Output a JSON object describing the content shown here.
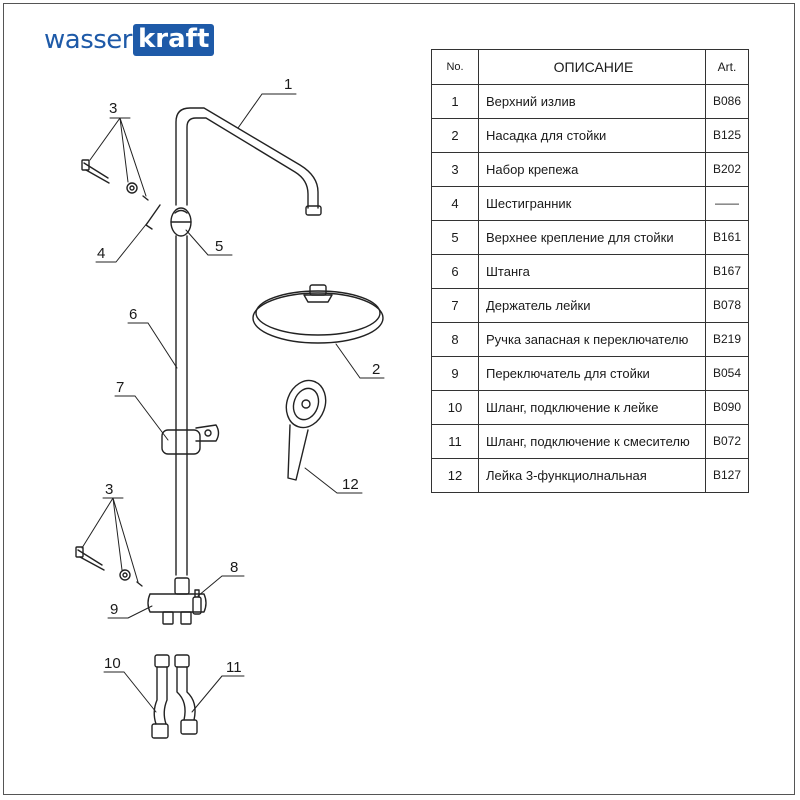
{
  "brand": {
    "wasser": "wasser",
    "kraft": "kraft",
    "color": "#1e5aa8"
  },
  "table": {
    "headers": {
      "no": "No.",
      "desc": "ОПИСАНИЕ",
      "art": "Art."
    },
    "rows": [
      {
        "no": "1",
        "desc": "Верхний излив",
        "art": "B086"
      },
      {
        "no": "2",
        "desc": "Насадка для стойки",
        "art": "B125"
      },
      {
        "no": "3",
        "desc": "Набор крепежа",
        "art": "B202"
      },
      {
        "no": "4",
        "desc": "Шестигранник",
        "art": "——"
      },
      {
        "no": "5",
        "desc": "Верхнее крепление для стойки",
        "art": "B161"
      },
      {
        "no": "6",
        "desc": "Штанга",
        "art": "B167"
      },
      {
        "no": "7",
        "desc": "Держатель лейки",
        "art": "B078"
      },
      {
        "no": "8",
        "desc": "Ручка запасная к переключателю",
        "art": "B219"
      },
      {
        "no": "9",
        "desc": "Переключатель для стойки",
        "art": "B054"
      },
      {
        "no": "10",
        "desc": "Шланг, подключение к лейке",
        "art": "B090"
      },
      {
        "no": "11",
        "desc": "Шланг, подключение к смесителю",
        "art": "B072"
      },
      {
        "no": "12",
        "desc": "Лейка 3-функциолнальная",
        "art": "B127"
      }
    ]
  },
  "callouts": {
    "c1": "1",
    "c2": "2",
    "c3a": "3",
    "c3b": "3",
    "c4": "4",
    "c5": "5",
    "c6": "6",
    "c7": "7",
    "c8": "8",
    "c9": "9",
    "c10": "10",
    "c11": "11",
    "c12": "12"
  }
}
